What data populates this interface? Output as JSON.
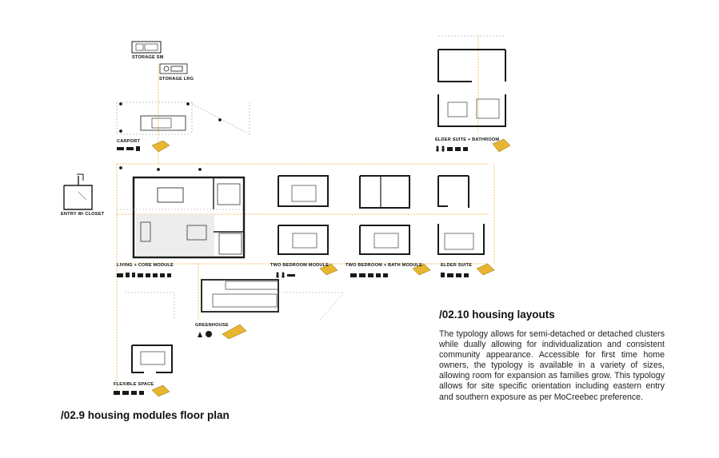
{
  "labels": {
    "storage_sm": "STORAGE SM",
    "storage_lrg": "STORAGE LRG",
    "carport": "CARPORT",
    "entry": "ENTRY W/ CLOSET",
    "living_core": "LIVING + CORE MODULE",
    "two_bedroom": "TWO BEDROOM MODULE",
    "two_bedroom_bath": "TWO BEDROOM + BATH MODULE",
    "elder_suite": "ELDER SUITE",
    "elder_suite_bath": "ELDER SUITE + BATHROOM",
    "greenhouse": "GREENHOUSE",
    "flexible": "FLEXIBLE SPACE"
  },
  "floor_plan_title": "/02.9 housing modules floor plan",
  "layouts": {
    "title": "/02.10 housing layouts",
    "body": "The typology allows for semi-detached or detached clusters while dually allowing for individualization and consistent community appearance. Accessible for first time home owners, the typology is available in a variety of sizes, allowing room for expansion as families grow. This typology allows for site specific orientation including eastern entry and southern exposure as per MoCreebec preference."
  },
  "colors": {
    "wall": "#1a1a1a",
    "grid_line": "#f0a830",
    "module_accent": "#e8b530",
    "dashed": "#9a9a9a"
  }
}
